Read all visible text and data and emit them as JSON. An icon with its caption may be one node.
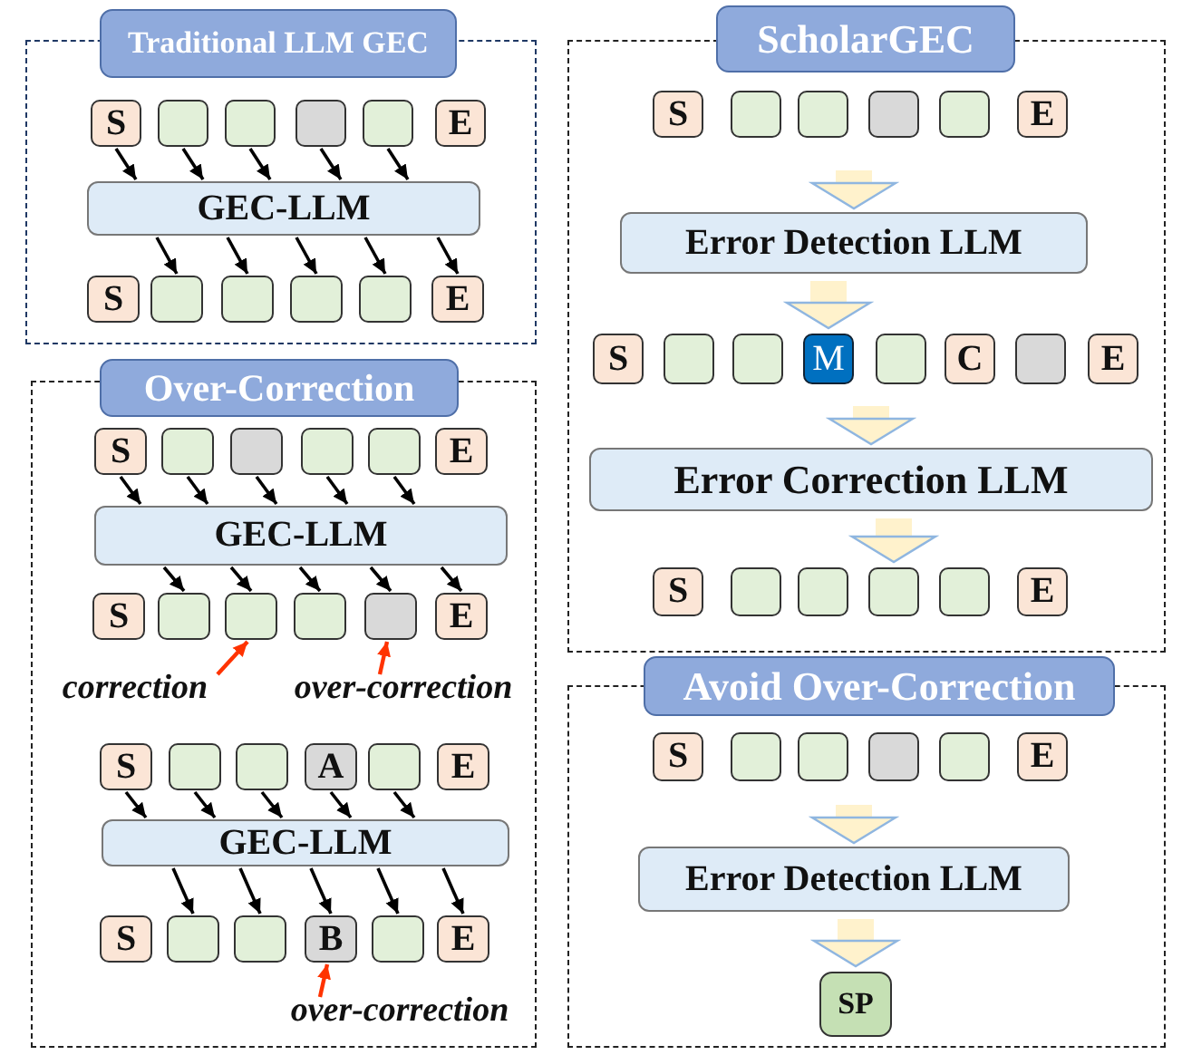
{
  "diagram": {
    "nodes": [
      {
        "text": [
          "Traditional LLM GEC"
        ]
      },
      {
        "text": [
          "S"
        ],
        "in": 0
      },
      {
        "text": [],
        "shape": "box",
        "in": 0
      },
      {
        "text": [],
        "shape": "box",
        "in": 0
      },
      {
        "text": [],
        "shape": "box",
        "in": 0
      },
      {
        "text": [],
        "shape": "box",
        "in": 0
      },
      {
        "text": [
          "E"
        ],
        "in": 0
      },
      {
        "text": [
          "GEC-LLM"
        ],
        "in": 0
      },
      {
        "text": [
          "S"
        ],
        "in": 0
      },
      {
        "text": [],
        "shape": "box",
        "in": 0
      },
      {
        "text": [],
        "shape": "box",
        "in": 0
      },
      {
        "text": [],
        "shape": "box",
        "in": 0
      },
      {
        "text": [],
        "shape": "box",
        "in": 0
      },
      {
        "text": [
          "E"
        ],
        "in": 0
      },
      {
        "text": [
          "Over-Correction"
        ]
      },
      {
        "text": [
          "S"
        ],
        "in": 14
      },
      {
        "text": [],
        "shape": "box",
        "in": 14
      },
      {
        "text": [],
        "shape": "box",
        "in": 14
      },
      {
        "text": [],
        "shape": "box",
        "in": 14
      },
      {
        "text": [],
        "shape": "box",
        "in": 14
      },
      {
        "text": [
          "E"
        ],
        "in": 14
      },
      {
        "text": [
          "GEC-LLM"
        ],
        "in": 14
      },
      {
        "text": [
          "S"
        ],
        "in": 14
      },
      {
        "text": [],
        "shape": "box",
        "in": 14
      },
      {
        "text": [],
        "shape": "box",
        "in": 14
      },
      {
        "text": [],
        "shape": "box",
        "in": 14
      },
      {
        "text": [],
        "shape": "box",
        "in": 14
      },
      {
        "text": [
          "E"
        ],
        "in": 14
      },
      {
        "text": [
          "correction"
        ],
        "in": 14
      },
      {
        "text": [
          "over-correction"
        ],
        "in": 14
      },
      {
        "text": [
          "S"
        ],
        "in": 14
      },
      {
        "text": [],
        "shape": "box",
        "in": 14
      },
      {
        "text": [],
        "shape": "box",
        "in": 14
      },
      {
        "text": [
          "A"
        ],
        "in": 14
      },
      {
        "text": [],
        "shape": "box",
        "in": 14
      },
      {
        "text": [
          "E"
        ],
        "in": 14
      },
      {
        "text": [
          "GEC-LLM"
        ],
        "in": 14
      },
      {
        "text": [
          "S"
        ],
        "in": 14
      },
      {
        "text": [],
        "shape": "box",
        "in": 14
      },
      {
        "text": [],
        "shape": "box",
        "in": 14
      },
      {
        "text": [
          "B"
        ],
        "in": 14
      },
      {
        "text": [],
        "shape": "box",
        "in": 14
      },
      {
        "text": [
          "E"
        ],
        "in": 14
      },
      {
        "text": [
          "over-correction"
        ],
        "in": 14
      },
      {
        "text": [
          "ScholarGEC"
        ]
      },
      {
        "text": [
          "S"
        ],
        "in": 44
      },
      {
        "text": [],
        "shape": "box",
        "in": 44
      },
      {
        "text": [],
        "shape": "box",
        "in": 44
      },
      {
        "text": [],
        "shape": "box",
        "in": 44
      },
      {
        "text": [],
        "shape": "box",
        "in": 44
      },
      {
        "text": [
          "E"
        ],
        "in": 44
      },
      {
        "text": [
          "Error Detection LLM"
        ],
        "in": 44
      },
      {
        "text": [
          "S"
        ],
        "in": 44
      },
      {
        "text": [],
        "shape": "box",
        "in": 44
      },
      {
        "text": [],
        "shape": "box",
        "in": 44
      },
      {
        "text": [
          "M"
        ],
        "in": 44
      },
      {
        "text": [],
        "shape": "box",
        "in": 44
      },
      {
        "text": [
          "C"
        ],
        "in": 44
      },
      {
        "text": [],
        "shape": "box",
        "in": 44
      },
      {
        "text": [
          "E"
        ],
        "in": 44
      },
      {
        "text": [
          "Error Correction LLM"
        ],
        "in": 44
      },
      {
        "text": [
          "S"
        ],
        "in": 44
      },
      {
        "text": [],
        "shape": "box",
        "in": 44
      },
      {
        "text": [],
        "shape": "box",
        "in": 44
      },
      {
        "text": [],
        "shape": "box",
        "in": 44
      },
      {
        "text": [],
        "shape": "box",
        "in": 44
      },
      {
        "text": [
          "E"
        ],
        "in": 44
      },
      {
        "text": [
          "Avoid Over-Correction"
        ]
      },
      {
        "text": [
          "S"
        ],
        "in": 67
      },
      {
        "text": [],
        "shape": "box",
        "in": 67
      },
      {
        "text": [],
        "shape": "box",
        "in": 67
      },
      {
        "text": [],
        "shape": "box",
        "in": 67
      },
      {
        "text": [],
        "shape": "box",
        "in": 67
      },
      {
        "text": [
          "E"
        ],
        "in": 67
      },
      {
        "text": [
          "Error Detection LLM"
        ],
        "in": 67
      },
      {
        "text": [
          "SP"
        ],
        "in": 67
      }
    ],
    "edges": [
      {
        "from": 1,
        "to": 7,
        "arrow": "to"
      },
      {
        "from": 2,
        "to": 7,
        "arrow": "to"
      },
      {
        "from": 3,
        "to": 7,
        "arrow": "to"
      },
      {
        "from": 4,
        "to": 7,
        "arrow": "to"
      },
      {
        "from": 5,
        "to": 7,
        "arrow": "to"
      },
      {
        "from": 7,
        "to": 9,
        "arrow": "to"
      },
      {
        "from": 7,
        "to": 10,
        "arrow": "to"
      },
      {
        "from": 7,
        "to": 11,
        "arrow": "to"
      },
      {
        "from": 7,
        "to": 12,
        "arrow": "to"
      },
      {
        "from": 7,
        "to": 13,
        "arrow": "to"
      },
      {
        "from": 15,
        "to": 21,
        "arrow": "to"
      },
      {
        "from": 16,
        "to": 21,
        "arrow": "to"
      },
      {
        "from": 17,
        "to": 21,
        "arrow": "to"
      },
      {
        "from": 18,
        "to": 21,
        "arrow": "to"
      },
      {
        "from": 19,
        "to": 21,
        "arrow": "to"
      },
      {
        "from": 21,
        "to": 23,
        "arrow": "to"
      },
      {
        "from": 21,
        "to": 24,
        "arrow": "to"
      },
      {
        "from": 21,
        "to": 25,
        "arrow": "to"
      },
      {
        "from": 21,
        "to": 26,
        "arrow": "to"
      },
      {
        "from": 21,
        "to": 27,
        "arrow": "to"
      },
      {
        "from": 28,
        "to": 24,
        "arrow": "to",
        "color": "#ff3300"
      },
      {
        "from": 29,
        "to": 26,
        "arrow": "to",
        "color": "#ff3300"
      },
      {
        "from": 30,
        "to": 36,
        "arrow": "to"
      },
      {
        "from": 31,
        "to": 36,
        "arrow": "to"
      },
      {
        "from": 32,
        "to": 36,
        "arrow": "to"
      },
      {
        "from": 33,
        "to": 36,
        "arrow": "to"
      },
      {
        "from": 34,
        "to": 36,
        "arrow": "to"
      },
      {
        "from": 36,
        "to": 38,
        "arrow": "to"
      },
      {
        "from": 36,
        "to": 39,
        "arrow": "to"
      },
      {
        "from": 36,
        "to": 40,
        "arrow": "to"
      },
      {
        "from": 36,
        "to": 41,
        "arrow": "to"
      },
      {
        "from": 36,
        "to": 42,
        "arrow": "to"
      },
      {
        "from": 43,
        "to": 40,
        "arrow": "to",
        "color": "#ff3300"
      },
      {
        "from": null,
        "to": 51,
        "arrow": "to",
        "style": "thick",
        "color": "#fff2cc"
      },
      {
        "from": 51,
        "to": 55,
        "arrow": "to",
        "style": "thick",
        "color": "#fff2cc"
      },
      {
        "from": null,
        "to": 60,
        "arrow": "to",
        "style": "thick",
        "color": "#fff2cc"
      },
      {
        "from": 60,
        "to": 64,
        "arrow": "to",
        "style": "thick",
        "color": "#fff2cc"
      },
      {
        "from": null,
        "to": 74,
        "arrow": "to",
        "style": "thick",
        "color": "#fff2cc"
      },
      {
        "from": 74,
        "to": 75,
        "arrow": "to",
        "style": "thick",
        "color": "#fff2cc"
      }
    ]
  }
}
